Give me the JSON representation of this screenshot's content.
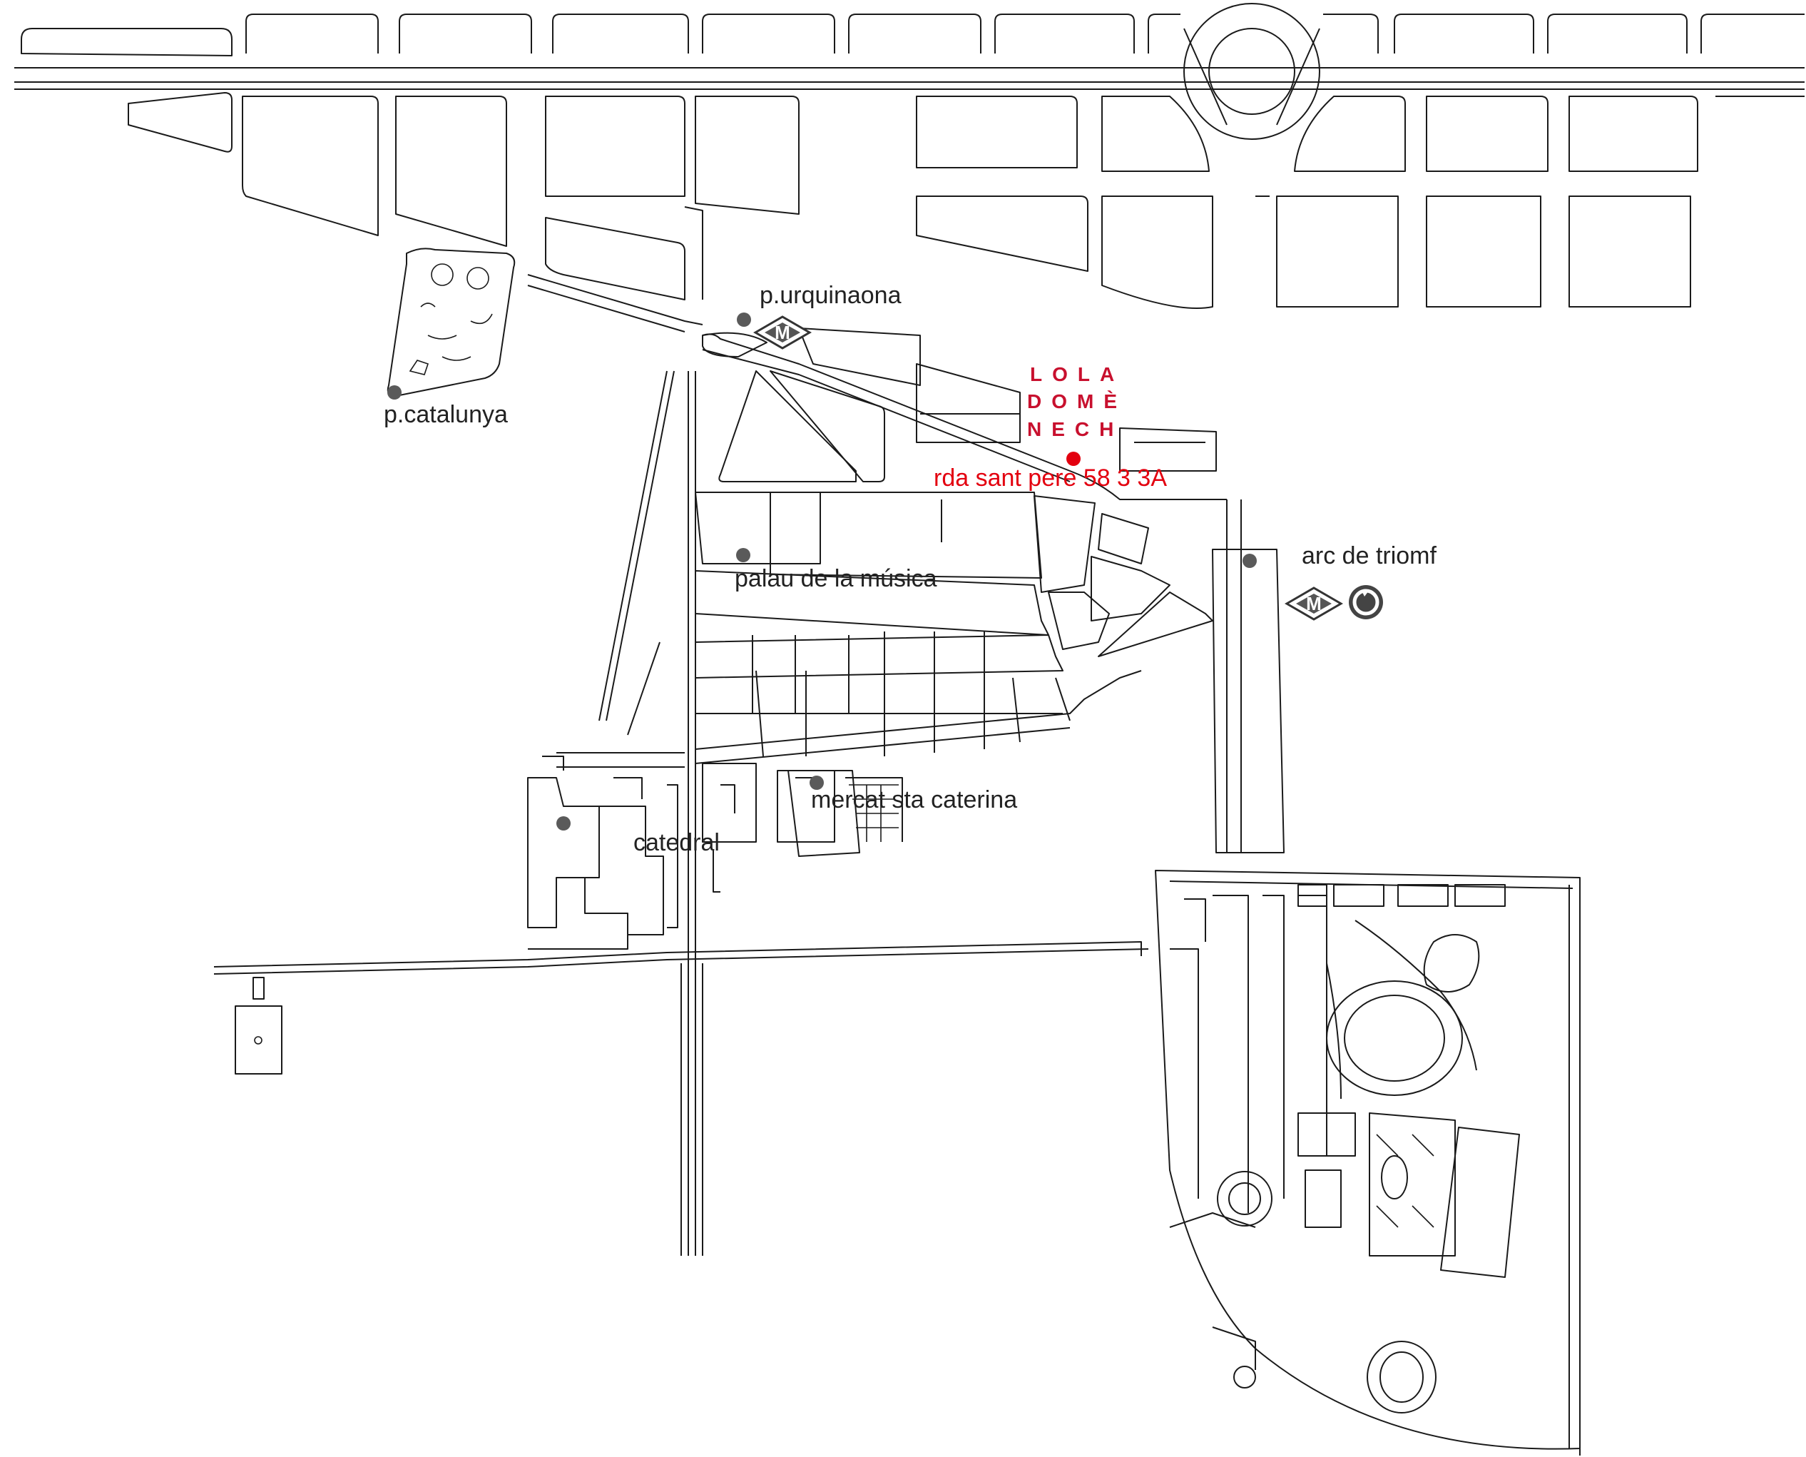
{
  "brand": {
    "line1": "LOLA",
    "line2": "DOMÈ",
    "line3": "NECH",
    "address": "rda sant pere 58 3 3A",
    "color": "#c8102e"
  },
  "places": [
    {
      "id": "catalunya",
      "label": "p.catalunya"
    },
    {
      "id": "urquinaona",
      "label": "p.urquinaona"
    },
    {
      "id": "palau",
      "label": "palau de la música"
    },
    {
      "id": "arc",
      "label": "arc de triomf"
    },
    {
      "id": "mercat",
      "label": "mercat sta caterina"
    },
    {
      "id": "catedral",
      "label": "catedral"
    }
  ],
  "icons": {
    "metro": "M",
    "metro_icon_name": "metro-icon",
    "rodalies_icon_name": "rodalies-icon"
  },
  "colors": {
    "street_line": "#1a1a1a",
    "poi_dot": "#5a5a5a",
    "highlight": "#e3000f"
  }
}
